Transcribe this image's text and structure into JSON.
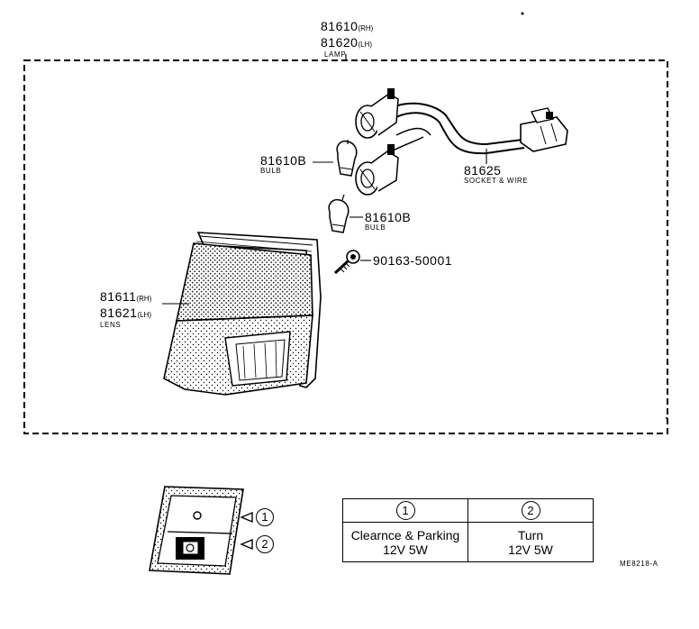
{
  "lamp": {
    "part_rh": "81610",
    "rh": "(RH)",
    "part_lh": "81620",
    "lh": "(LH)",
    "name": "LAMP"
  },
  "bulb_upper": {
    "part": "81610B",
    "name": "BULB"
  },
  "bulb_lower": {
    "part": "81610B",
    "name": "BULB"
  },
  "socket": {
    "part": "81625",
    "name": "SOCKET & WIRE"
  },
  "screw": {
    "part": "90163-50001"
  },
  "lens": {
    "part_rh": "81611",
    "rh": "(RH)",
    "part_lh": "81621",
    "lh": "(LH)",
    "name": "LENS"
  },
  "callouts": {
    "one": "1",
    "two": "2"
  },
  "legend": {
    "col1": {
      "num": "1",
      "line1": "Clearnce & Parking",
      "line2": "12V 5W"
    },
    "col2": {
      "num": "2",
      "line1": "Turn",
      "line2": "12V 5W"
    }
  },
  "drawing_code": "ME8218-A"
}
